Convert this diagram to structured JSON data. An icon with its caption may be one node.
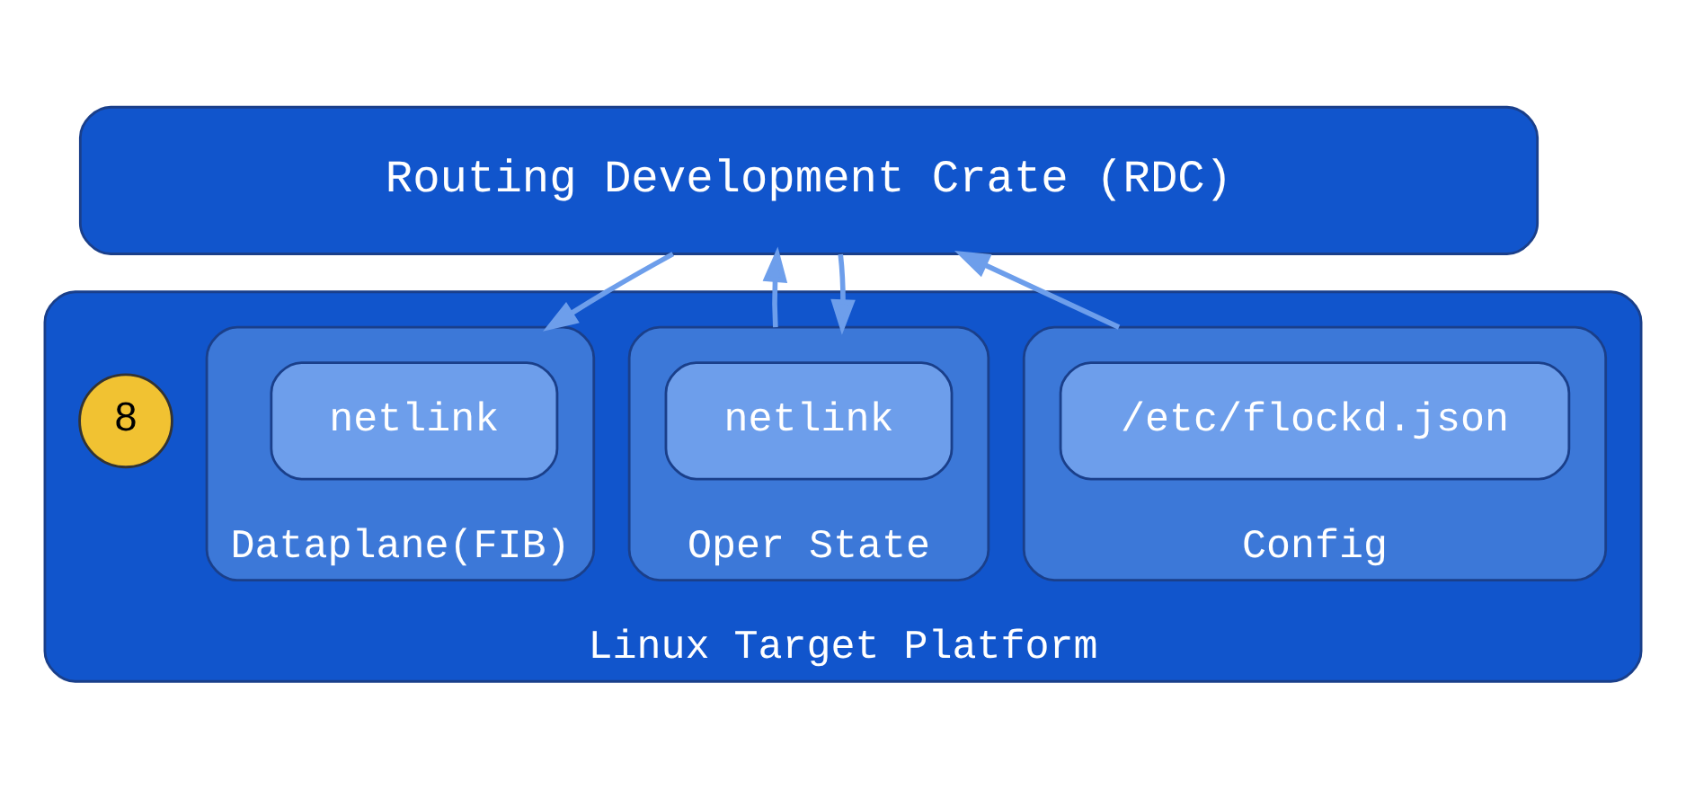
{
  "diagram": {
    "nodes": [
      {
        "text": [
          "Routing Development Crate (RDC)"
        ]
      },
      {
        "text": [
          "Linux Target Platform"
        ]
      },
      {
        "text": [
          "Config"
        ],
        "in": 1
      },
      {
        "text": [
          "/etc/flockd.json"
        ],
        "in": 2
      },
      {
        "text": [
          "Oper State"
        ],
        "in": 1
      },
      {
        "text": [
          "netlink"
        ],
        "in": 4
      },
      {
        "text": [
          "Dataplane(FIB)"
        ],
        "in": 1
      },
      {
        "text": [
          "netlink"
        ],
        "in": 6
      },
      {
        "text": [
          "8"
        ],
        "in": 1
      }
    ],
    "edges": [
      {
        "from": 2,
        "to": 0,
        "arrow": "to"
      },
      {
        "from": 4,
        "to": 0,
        "arrow": "to"
      },
      {
        "from": 0,
        "to": 4,
        "arrow": "to"
      },
      {
        "from": 0,
        "to": 6,
        "arrow": "to"
      }
    ]
  }
}
